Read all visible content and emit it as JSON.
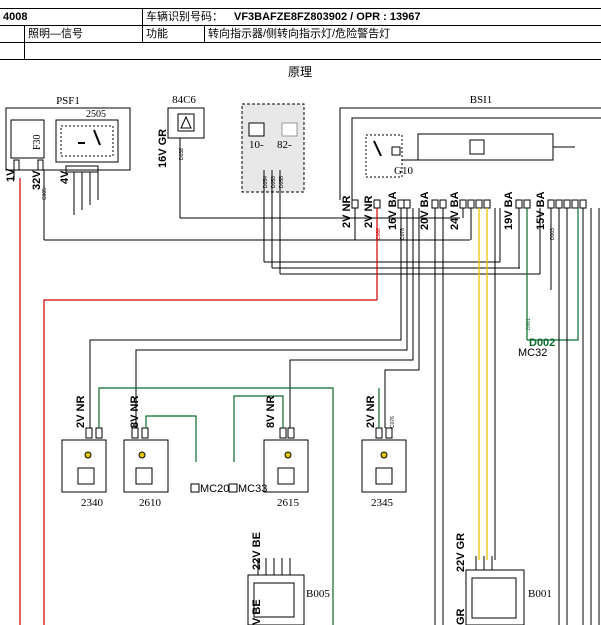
{
  "header": {
    "doc_number": "4008",
    "vin_label": "车辆识别号码：",
    "vin_value": "VF3BAFZE8FZ803902 / OPR : 13967",
    "row2_col1": "照明—信号",
    "row2_col2": "功能",
    "row2_col3": "转向指示器/侧转向指示灯/危险警告灯"
  },
  "diagram": {
    "title": "原理",
    "components": {
      "psf1": "PSF1",
      "c2505": "2505",
      "c84c6": "84C6",
      "bsi1": "BSI1",
      "fuse_f30": "F30",
      "c2340": "2340",
      "c2610": "2610",
      "c2615": "2615",
      "c2345": "2345",
      "b005": "B005",
      "b001": "B001",
      "mc20": "MC20",
      "mc33": "MC33",
      "mc32": "MC32",
      "d002": "D002"
    },
    "connectors": {
      "psf1_1v": "1V",
      "psf1_32v": "32V",
      "psf1_4v": "4V",
      "c84c6_16v": "16V GR",
      "sw_10": "10-",
      "sw_82": "82-",
      "bsi_2vnr_a": "2V NR",
      "bsi_2vnr_b": "2V NR",
      "bsi_16vba": "16V BA",
      "bsi_20vba": "20V BA",
      "bsi_24vba": "24V BA",
      "bsi_19vba": "19V BA",
      "bsi_15vba": "15V BA",
      "bsi_g10": "G10",
      "l_2340": "2V NR",
      "l_2610": "8V NR",
      "l_2615": "8V NR",
      "l_2345": "2V NR",
      "b005_22v": "22V BE",
      "b001_22v": "22V GR",
      "b005_bottom": "V BE",
      "b001_bottom": "GR"
    },
    "wires": {
      "w_c005": "C005",
      "w_d038": "D038",
      "w_d054": "D054",
      "w_d053": "D053",
      "w_d055": "D055",
      "w_c088": "C088",
      "w_c078": "C078",
      "w_d001": "D001",
      "w_d003": "D003",
      "w_c076": "C076"
    },
    "colors": {
      "wire_black": "#000000",
      "wire_red": "#d10000",
      "wire_yellow": "#e5c400",
      "wire_green": "#0a6a2a",
      "shade": "#d9d9d9"
    }
  }
}
